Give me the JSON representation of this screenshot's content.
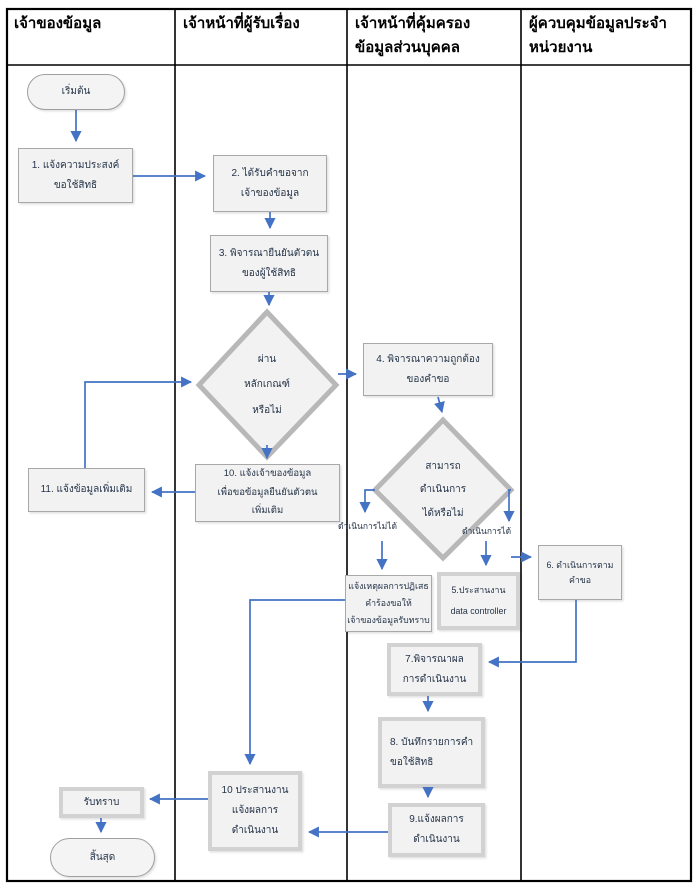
{
  "lanes": [
    {
      "label": "เจ้าของข้อมูล"
    },
    {
      "label": "เจ้าหน้าที่ผู้รับเรื่อง"
    },
    {
      "label": "เจ้าหน้าที่คุ้มครอง\nข้อมูลส่วนบุคคล"
    },
    {
      "label": "ผู้ควบคุมข้อมูลประจำ\nหน่วยงาน"
    }
  ],
  "nodes": {
    "start": "เริ่มต้น",
    "step1": "1. แจ้งความประสงค์\nขอใช้สิทธิ",
    "step2": "2. ได้รับคำขอจาก\nเจ้าของข้อมูล",
    "step3": "3. พิจารณายืนยันตัวตน\nของผู้ใช้สิทธิ",
    "decision1": "ผ่าน\nหลักเกณฑ์\nหรือไม่",
    "step4": "4. พิจารณาความถูกต้อง\nของคำขอ",
    "decision2": "สามารถ\nดำเนินการ\nได้หรือไม่",
    "step10mid": "10. แจ้งเจ้าของข้อมูล\nเพื่อขอข้อมูลยืนยันตัวตน\nเพิ่มเติม",
    "step11": "11. แจ้งข้อมูลเพิ่มเติม",
    "reject": "แจ้งเหตุผลการปฏิเสธ\nคำร้องขอให้\nเจ้าของข้อมูลรับทราบ",
    "step5": "5.ประสานงาน\ndata controller",
    "step6": "6. ดำเนินการตามคำขอ",
    "step7": "7.พิจารณาผล\nการดำเนินงาน",
    "step8": "8. บันทึกรายการคำ\nขอใช้สิทธิ",
    "step9": "9.แจ้งผลการ\nดำเนินงาน",
    "step10bottom": "10 ประสานงาน\nแจ้งผลการ\nดำเนินงาน",
    "acknowledge": "รับทราบ",
    "end": "สิ้นสุด"
  },
  "edge_labels": {
    "cannot_proceed": "ดำเนินการไม่ได้",
    "can_proceed": "ดำเนินการได้"
  },
  "colors": {
    "arrow": "#4472c4",
    "shape_fill": "#f2f2f2",
    "diamond_stroke": "#b8b8b8",
    "grid": "#000000",
    "text": "#253449"
  }
}
